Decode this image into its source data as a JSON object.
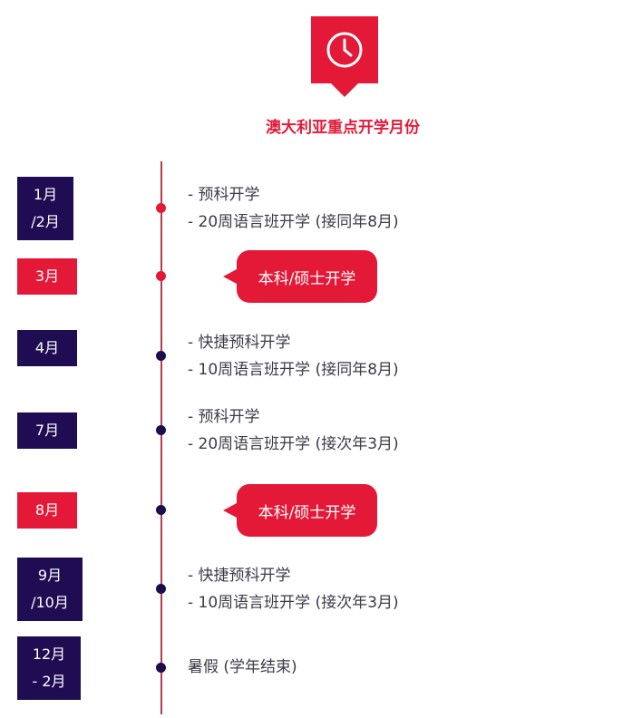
{
  "header": {
    "title": "澳大利亚重点开学月份",
    "icon": "clock-icon"
  },
  "colors": {
    "accent_red": "#e31937",
    "navy": "#1f0c52",
    "line": "#b83a52"
  },
  "timeline": [
    {
      "month_lines": [
        "1月",
        "/2月"
      ],
      "items": [
        "- 预科开学",
        "- 20周语言班开学 (接同年8月)"
      ]
    },
    {
      "month_lines": [
        "3月"
      ],
      "callout": "本科/硕士开学"
    },
    {
      "month_lines": [
        "4月"
      ],
      "items": [
        "- 快捷预科开学",
        "- 10周语言班开学 (接同年8月)"
      ]
    },
    {
      "month_lines": [
        "7月"
      ],
      "items": [
        "- 预科开学",
        "- 20周语言班开学 (接次年3月)"
      ]
    },
    {
      "month_lines": [
        "8月"
      ],
      "callout": "本科/硕士开学"
    },
    {
      "month_lines": [
        "9月",
        "/10月"
      ],
      "items": [
        "- 快捷预科开学",
        "- 10周语言班开学 (接次年3月)"
      ]
    },
    {
      "month_lines": [
        "12月",
        "- 2月"
      ],
      "items": [
        "暑假 (学年结束)"
      ]
    }
  ]
}
